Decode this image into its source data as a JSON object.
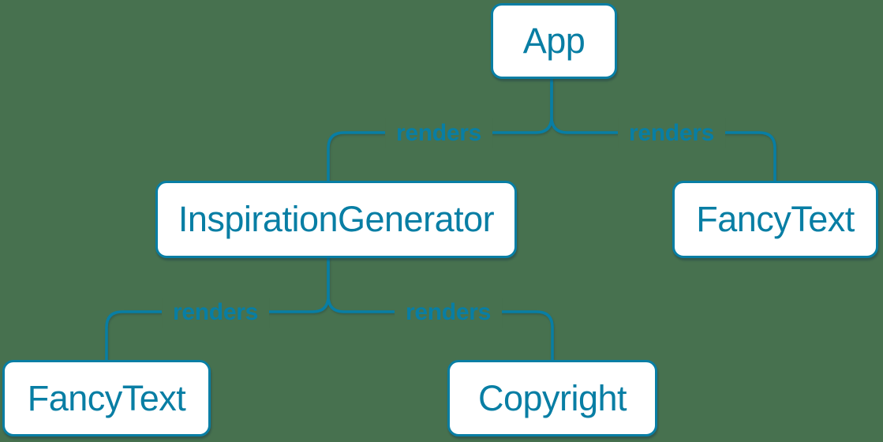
{
  "colors": {
    "background": "#47714f",
    "accent": "#087ea4",
    "node_fill": "#ffffff"
  },
  "diagram": {
    "type": "component-render-tree",
    "nodes": [
      {
        "id": "app",
        "label": "App"
      },
      {
        "id": "inspiration-generator",
        "label": "InspirationGenerator"
      },
      {
        "id": "fancy-text-right",
        "label": "FancyText"
      },
      {
        "id": "fancy-text-bottom",
        "label": "FancyText"
      },
      {
        "id": "copyright",
        "label": "Copyright"
      }
    ],
    "edges": [
      {
        "from": "App",
        "to": "InspirationGenerator",
        "label": "renders"
      },
      {
        "from": "App",
        "to": "FancyText",
        "label": "renders"
      },
      {
        "from": "InspirationGenerator",
        "to": "FancyText",
        "label": "renders"
      },
      {
        "from": "InspirationGenerator",
        "to": "Copyright",
        "label": "renders"
      }
    ]
  }
}
